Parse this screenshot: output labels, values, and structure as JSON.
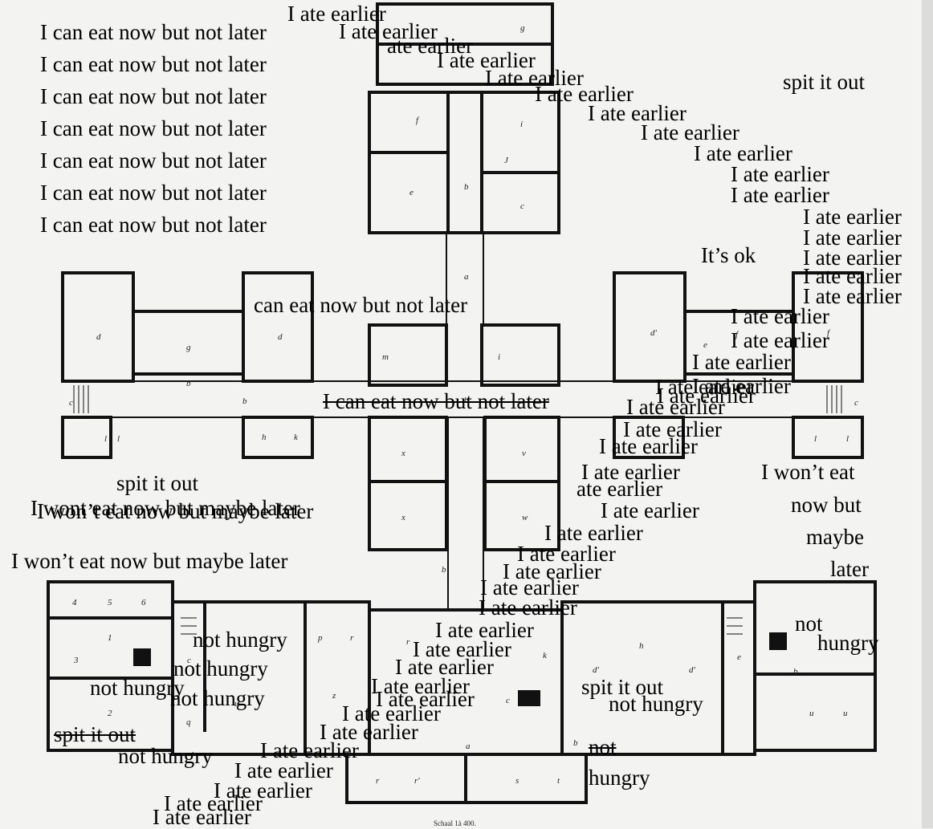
{
  "room_labels": [
    "g",
    "f",
    "i",
    "b",
    "e",
    "J",
    "c",
    "a",
    "d",
    "g",
    "d",
    "b",
    "b",
    "m",
    "i",
    "d'",
    "e",
    "f",
    "f",
    "c",
    "c",
    "b",
    "h",
    "k",
    "x",
    "v",
    "x",
    "w",
    "4",
    "5",
    "6",
    "1",
    "3",
    "2",
    "c",
    "p",
    "r",
    "r",
    "q",
    "u",
    "z",
    "k",
    "c",
    "d'",
    "d'",
    "h",
    "b",
    "e",
    "b",
    "u",
    "u",
    "a",
    "r",
    "r'",
    "s",
    "t",
    "b",
    "l",
    "l",
    "l",
    "l"
  ],
  "scale_label": "Schaal 1à 400.",
  "phrases": {
    "can_eat_1": "I can eat now but not later",
    "can_eat_2": "I can eat now but not later",
    "can_eat_3": "I can eat now but not later",
    "can_eat_4": "I can eat now but not later",
    "can_eat_5": "I can eat now but not later",
    "can_eat_6": "I can eat now but not later",
    "can_eat_7": "I can eat now but not later",
    "can_eat_mid": "can eat now but not later",
    "can_eat_struck": "I can eat now but not later",
    "spit_top_right": "spit it out",
    "spit_left": "spit it out",
    "spit_mid_bottom": "spit it out",
    "spit_struck": "spit it out",
    "its_ok": "It’s ok",
    "wont_1": "I wont eat now but maybe later",
    "wont_2": "I won’t eat now but maybe later",
    "wont_3": "I won’t eat now but maybe later",
    "wont_right_1": "I won’t eat",
    "wont_right_2": "now but",
    "wont_right_3": "maybe",
    "wont_right_4": "later",
    "not_hungry_1": "not hungry",
    "not_hungry_2": "not hungry",
    "not_hungry_3": "not hungry",
    "not_hungry_4": "not hungry",
    "not_hungry_5": "not hungry",
    "not_hungry_6": "not hungry",
    "not_struck": "not",
    "hungry_below": "hungry",
    "not_right": "not",
    "hungry_right": "hungry",
    "ate_top_1": "I ate earlier",
    "ate_top_2": "I ate earlier",
    "ate_top_3": "ate earlier",
    "ate_top_4": "I ate earlier",
    "ate_top_5": "I ate earlier",
    "ate_top_6": "I ate earlier",
    "ate_top_7": "I ate earlier",
    "ate_top_8": "I ate earlier",
    "ate_top_9": "I ate earlier",
    "ate_top_10": "I ate earlier",
    "ate_top_11": "I ate earlier",
    "ate_r1": "I ate earlier",
    "ate_r2": "I ate earlier",
    "ate_r3": "I ate earlier",
    "ate_r4": "I ate earlier",
    "ate_r5": "I ate earlier",
    "ate_m1": "I ate earlier",
    "ate_m2": "I ate earlier",
    "ate_m3": "I ate earlier",
    "ate_m4": "I ate earlier",
    "ate_m5": "I ate earlier",
    "ate_m6": "I ate earlier",
    "ate_m7": "I ate earlier",
    "ate_m8": "I ate earlier",
    "ate_m9": "ate earlier",
    "ate_m10": "I ate earlier",
    "ate_m11": "I ate earlier",
    "ate_m12": "I ate earlier",
    "ate_m13": "I ate earlier",
    "ate_m14": "I ate earlier",
    "ate_m15": "I ate earlier",
    "ate_m16": "I ate earlier",
    "ate_b1": "I ate earlier",
    "ate_b2": "I ate earlier",
    "ate_b3": "I ate earlier",
    "ate_b4": "I ate earlier",
    "ate_b5": "I ate earlier",
    "ate_b6": "I ate earlier",
    "ate_b7": "I ate earlier",
    "ate_b8": "I ate earlier",
    "ate_b9": "I ate earlier",
    "ate_b10": "I ate earlier",
    "ate_b11": "I ate earlier",
    "ate_b12": "I ate earlier",
    "ate_b13": "I ate earlier"
  }
}
